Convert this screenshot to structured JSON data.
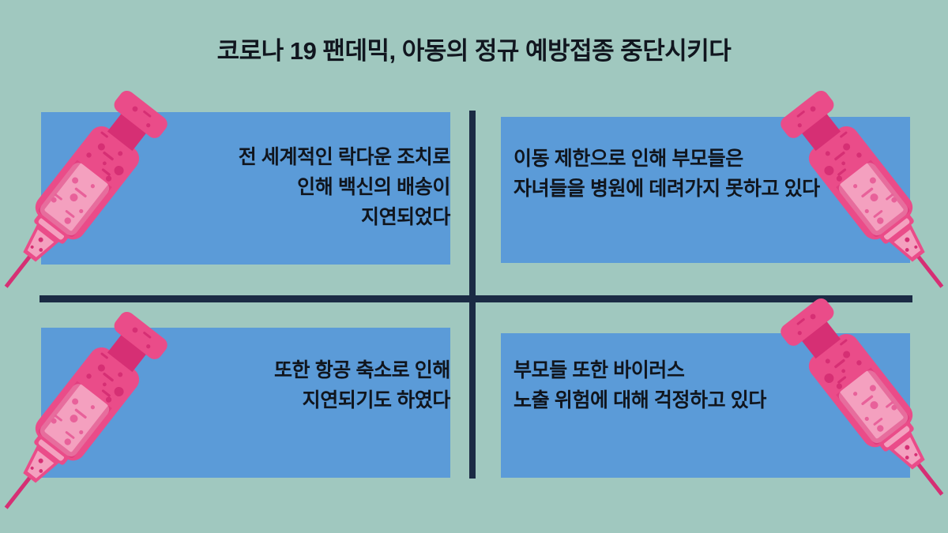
{
  "title": "코로나 19 팬데믹, 아동의 정규 예방접종 중단시키다",
  "quadrants": [
    {
      "id": "q1",
      "text": "전 세계적인 락다운 조치로\n인해 백신의 배송이\n지연되었다",
      "align": "right",
      "icon": "syringe-icon"
    },
    {
      "id": "q2",
      "text": "이동 제한으로 인해 부모들은\n자녀들을 병원에 데려가지 못하고 있다",
      "align": "left",
      "icon": "syringe-icon"
    },
    {
      "id": "q3",
      "text": "또한 항공 축소로 인해\n지연되기도 하였다",
      "align": "right",
      "icon": "syringe-icon"
    },
    {
      "id": "q4",
      "text": "부모들 또한 바이러스\n노출 위험에 대해 걱정하고 있다",
      "align": "left",
      "icon": "syringe-icon"
    }
  ],
  "colors": {
    "background": "#a0c8bf",
    "panel": "#5b9bd8",
    "divider": "#1b2b44",
    "title_text": "#11161f",
    "body_text": "#10151d",
    "syringe_body": "#ea4c89",
    "syringe_liquid": "#f4a0bf",
    "syringe_accent": "#d62f74",
    "syringe_needle": "#d62f74"
  }
}
